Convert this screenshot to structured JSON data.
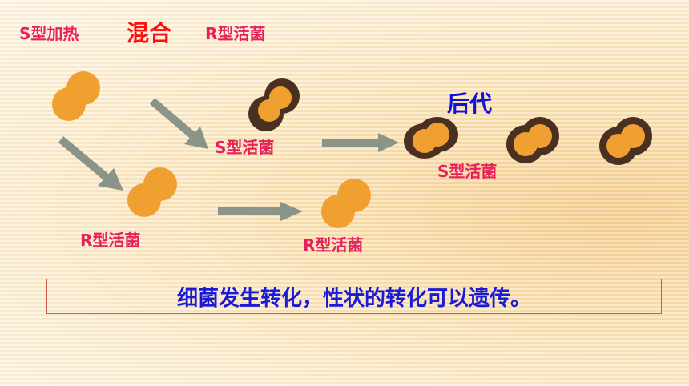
{
  "header": {
    "s_heated": "S型加热",
    "mix": "混合",
    "r_live": "R型活菌"
  },
  "labels": {
    "s_live_middle": "S型活菌",
    "r_live_lower_left": "R型活菌",
    "r_live_lower_right": "R型活菌",
    "offspring": "后代",
    "s_live_offspring": "S型活菌"
  },
  "conclusion": "细菌发生转化，性状的转化可以遗传。",
  "colors": {
    "bacteria_fill": "#f0a030",
    "capsule": "#4a3020",
    "arrow": "#8a9488",
    "label_pink": "#e8205a",
    "title_red": "#ff1010",
    "blue": "#1a1ad8"
  }
}
